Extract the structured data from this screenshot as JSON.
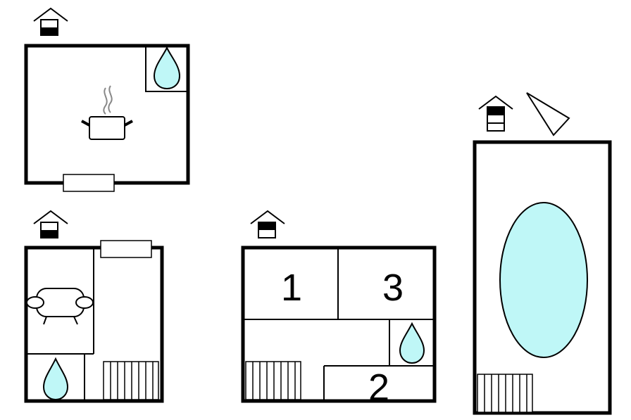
{
  "colors": {
    "water": "#bff7f7",
    "wall": "#000000",
    "background": "#ffffff"
  },
  "floors": [
    {
      "id": "floor-kitchen",
      "level_icon": "floor-level-icon",
      "fixtures": [
        "water-drop-icon",
        "cooking-pot-icon",
        "window-icon"
      ]
    },
    {
      "id": "floor-living",
      "level_icon": "floor-level-icon",
      "fixtures": [
        "window-icon",
        "sofa-icon",
        "water-drop-icon",
        "stairs-icon"
      ]
    },
    {
      "id": "floor-bedrooms",
      "level_icon": "floor-level-icon",
      "rooms": [
        "1",
        "3",
        "2"
      ],
      "fixtures": [
        "water-drop-icon",
        "stairs-icon"
      ]
    },
    {
      "id": "outdoor-pool",
      "level_icon": "floor-level-icon",
      "fixtures": [
        "compass-icon",
        "pool-icon",
        "stairs-icon"
      ]
    }
  ]
}
